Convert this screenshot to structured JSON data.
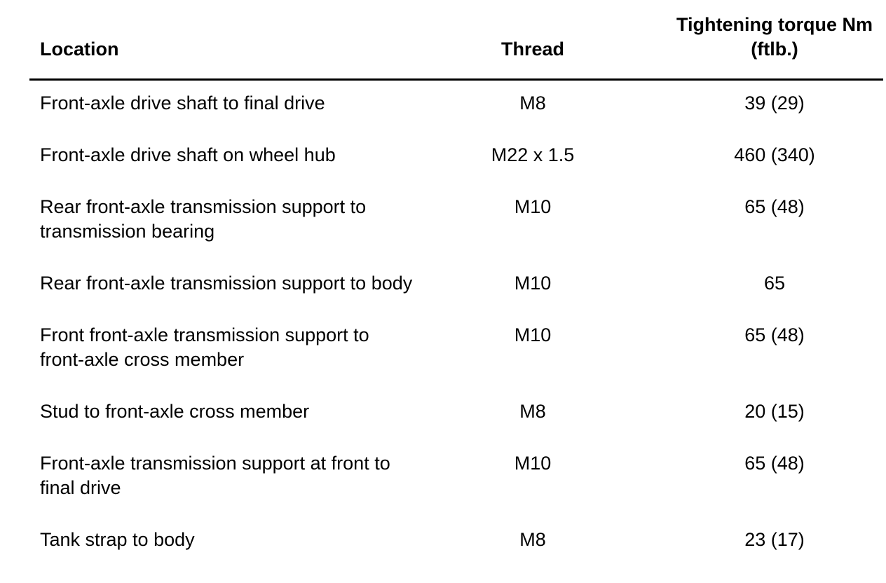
{
  "document": {
    "kind": "torque-specification-table",
    "background_color": "#ffffff",
    "text_color": "#000000",
    "rule_color": "#000000"
  },
  "table": {
    "headers": {
      "location": "Location",
      "thread": "Thread",
      "torque_line1": "Tightening torque Nm",
      "torque_line2": "(ftlb.)"
    },
    "rows": [
      {
        "location_lines": [
          "Front-axle drive shaft to final drive"
        ],
        "thread": "M8",
        "torque": "39 (29)"
      },
      {
        "location_lines": [
          "Front-axle drive shaft on wheel hub"
        ],
        "thread": "M22 x 1.5",
        "torque": "460 (340)"
      },
      {
        "location_lines": [
          "Rear front-axle transmission support to",
          "transmission bearing"
        ],
        "thread": "M10",
        "torque": "65 (48)"
      },
      {
        "location_lines": [
          "Rear front-axle transmission support to body"
        ],
        "thread": "M10",
        "torque": "65"
      },
      {
        "location_lines": [
          "Front front-axle transmission support to",
          "front-axle cross member"
        ],
        "thread": "M10",
        "torque": "65 (48)"
      },
      {
        "location_lines": [
          "Stud to front-axle cross member"
        ],
        "thread": "M8",
        "torque": "20 (15)"
      },
      {
        "location_lines": [
          "Front-axle transmission support at front to",
          "final drive"
        ],
        "thread": "M10",
        "torque": "65 (48)"
      },
      {
        "location_lines": [
          "Tank strap to body"
        ],
        "thread": "M8",
        "torque": "23 (17)"
      }
    ]
  }
}
